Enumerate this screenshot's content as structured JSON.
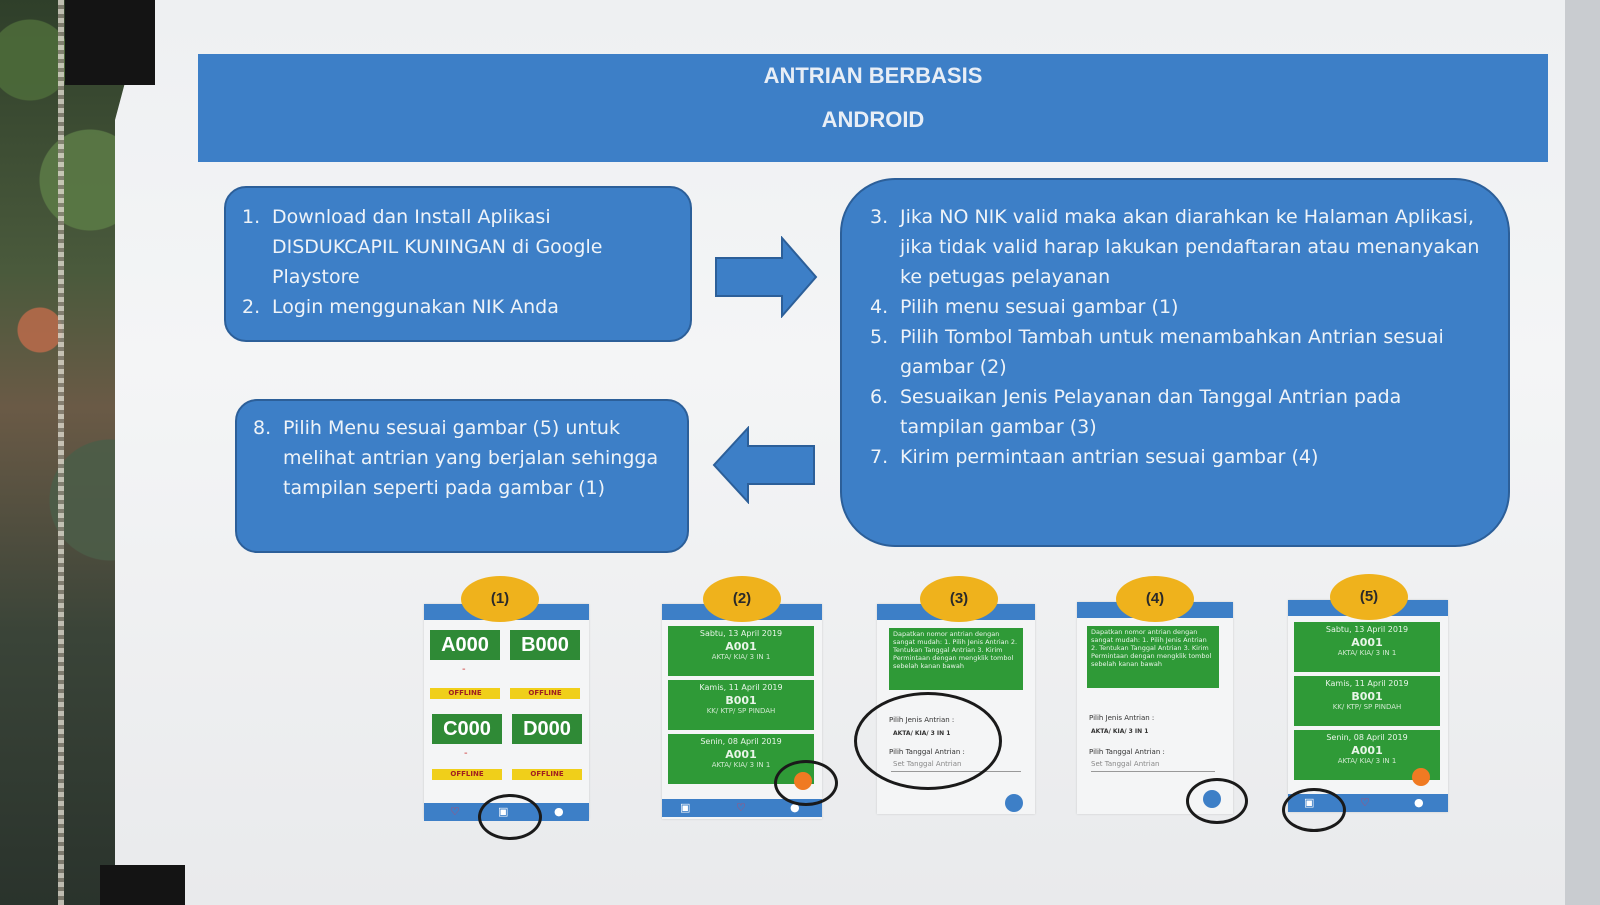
{
  "title": {
    "line1": "ANTRIAN BERBASIS",
    "line2": "ANDROID"
  },
  "steps_left_top": [
    {
      "num": "1.",
      "text": "Download dan Install Aplikasi DISDUKCAPIL KUNINGAN di Google Playstore"
    },
    {
      "num": "2.",
      "text": "Login menggunakan NIK Anda"
    }
  ],
  "steps_right": [
    {
      "num": "3.",
      "text": "Jika NO NIK valid maka akan diarahkan ke Halaman Aplikasi, jika tidak valid harap lakukan pendaftaran atau menanyakan ke petugas pelayanan"
    },
    {
      "num": "4.",
      "text": "Pilih menu sesuai gambar (1)"
    },
    {
      "num": "5.",
      "text": "Pilih Tombol Tambah untuk menambahkan Antrian sesuai gambar (2)"
    },
    {
      "num": "6.",
      "text": "Sesuaikan Jenis Pelayanan dan Tanggal Antrian pada tampilan gambar (3)"
    },
    {
      "num": "7.",
      "text": "Kirim permintaan antrian sesuai gambar (4)"
    }
  ],
  "steps_left_bottom": [
    {
      "num": "8.",
      "text": "Pilih Menu sesuai gambar (5) untuk melihat antrian yang berjalan sehingga tampilan seperti pada gambar (1)"
    }
  ],
  "screenshots": {
    "badges": [
      "(1)",
      "(2)",
      "(3)",
      "(4)",
      "(5)"
    ],
    "s1": {
      "tiles": [
        "A000",
        "B000",
        "C000",
        "D000"
      ],
      "dash": "-",
      "status": "OFFLINE"
    },
    "s2": {
      "cards": [
        {
          "date": "Sabtu, 13 April 2019",
          "code": "A001",
          "service": "AKTA/ KIA/ 3 IN 1"
        },
        {
          "date": "Kamis, 11 April 2019",
          "code": "B001",
          "service": "KK/ KTP/ SP PINDAH"
        },
        {
          "date": "Senin, 08 April 2019",
          "code": "A001",
          "service": "AKTA/ KIA/ 3 IN 1"
        }
      ]
    },
    "s3": {
      "info": "Dapatkan nomor antrian dengan sangat mudah: 1. Pilih Jenis Antrian 2. Tentukan Tanggal Antrian 3. Kirim Permintaan dengan mengklik tombol sebelah kanan bawah",
      "label_jenis": "Pilih Jenis Antrian :",
      "value_jenis": "AKTA/ KIA/ 3 IN 1",
      "label_tanggal": "Pilih Tanggal Antrian :",
      "placeholder_tanggal": "Set Tanggal Antrian"
    },
    "s4": {
      "info": "Dapatkan nomor antrian dengan sangat mudah: 1. Pilih Jenis Antrian 2. Tentukan Tanggal Antrian 3. Kirim Permintaan dengan mengklik tombol sebelah kanan bawah",
      "label_jenis": "Pilih Jenis Antrian :",
      "value_jenis": "AKTA/ KIA/ 3 IN 1",
      "label_tanggal": "Pilih Tanggal Antrian :",
      "placeholder_tanggal": "Set Tanggal Antrian"
    },
    "s5": {
      "cards": [
        {
          "date": "Sabtu, 13 April 2019",
          "code": "A001",
          "service": "AKTA/ KIA/ 3 IN 1"
        },
        {
          "date": "Kamis, 11 April 2019",
          "code": "B001",
          "service": "KK/ KTP/ SP PINDAH"
        },
        {
          "date": "Senin, 08 April 2019",
          "code": "A001",
          "service": "AKTA/ KIA/ 3 IN 1"
        }
      ]
    }
  },
  "colors": {
    "poster_blue": "#3d7fc7",
    "badge_yellow": "#efb21c",
    "app_green": "#2f9a37",
    "offline_yellow": "#f0cf1a"
  }
}
